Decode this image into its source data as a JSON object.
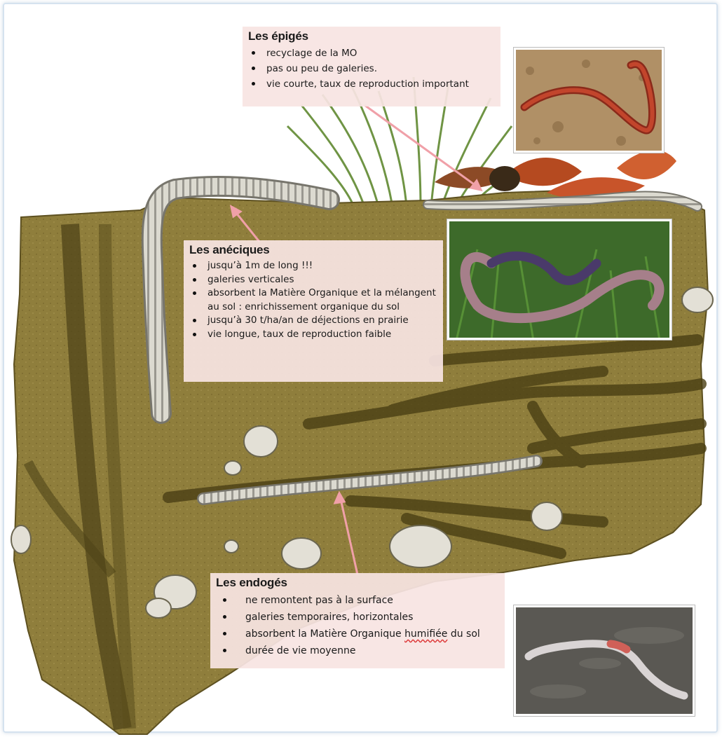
{
  "epiges": {
    "title": "Les épigés",
    "items": [
      "recyclage de la MO",
      "pas ou peu de galeries.",
      "vie courte, taux de reproduction important"
    ]
  },
  "aneciques": {
    "title": "Les anéciques",
    "items": [
      "jusqu’à 1m de long !!!",
      "galeries verticales",
      "absorbent la Matière Organique et la mélangent au sol : enrichissement organique du sol",
      "jusqu’à 30 t/ha/an de déjections en prairie",
      "vie longue, taux de reproduction faible"
    ]
  },
  "endoges": {
    "title": "Les endogés",
    "items": [
      "ne remontent pas à la surface",
      "galeries temporaires, horizontales",
      {
        "before": "absorbent la Matière Organique ",
        "underlined": "humifiée",
        "after": " du sol"
      },
      "durée de vie moyenne"
    ]
  },
  "colors": {
    "label_box": "#f8e4e2",
    "arrow": "#f0a0a8",
    "soil": "#8b7a3a",
    "grass": "#7a9a4a",
    "worm": "#d8d6cc"
  },
  "icons": {
    "photo_epige": "red-earthworm-on-soil",
    "photo_anecique": "purple-earthworm-on-grass",
    "photo_endoge": "pale-earthworm-on-mud"
  }
}
